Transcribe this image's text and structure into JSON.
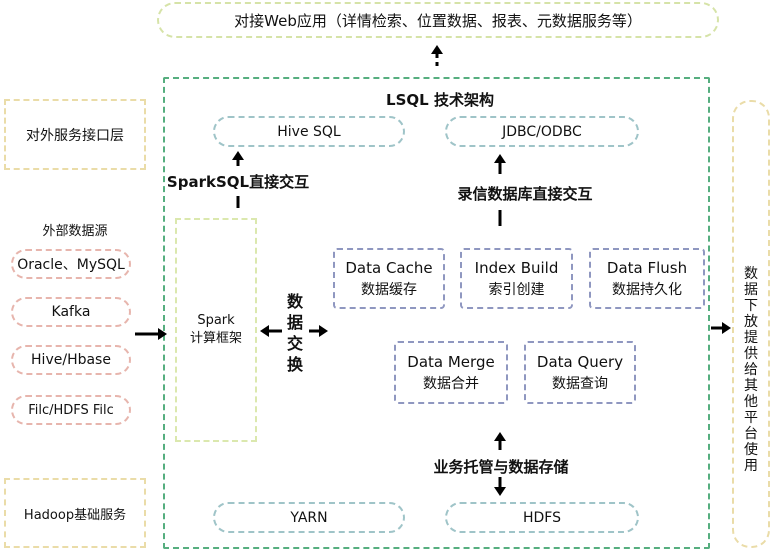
{
  "top_banner": "对接Web应用（详情检索、位置数据、报表、元数据服务等）",
  "main": {
    "title": "LSQL 技术架构",
    "hive_sql": "Hive SQL",
    "jdbc": "JDBC/ODBC",
    "sparksql_interact": "SparkSQL直接交互",
    "db_interact": "录信数据库直接交互",
    "spark_label": "Spark\n计算框架",
    "data_exchange": "数据交换",
    "modules": [
      {
        "title": "Data Cache",
        "sub": "数据缓存"
      },
      {
        "title": "Index Build",
        "sub": "索引创建"
      },
      {
        "title": "Data Flush",
        "sub": "数据持久化"
      },
      {
        "title": "Data Merge",
        "sub": "数据合并"
      },
      {
        "title": "Data Query",
        "sub": "数据查询"
      }
    ],
    "storage_label": "业务托管与数据存储",
    "yarn": "YARN",
    "hdfs": "HDFS"
  },
  "left": {
    "service_layer": "对外服务接口层",
    "external_sources_title": "外部数据源",
    "sources": [
      "Oracle、MySQL",
      "Kafka",
      "Hive/Hbase",
      "Filc/HDFS Filc"
    ],
    "hadoop": "Hadoop基础服务"
  },
  "right": {
    "vertical_text": "数据下放提供给其他平台使用"
  }
}
